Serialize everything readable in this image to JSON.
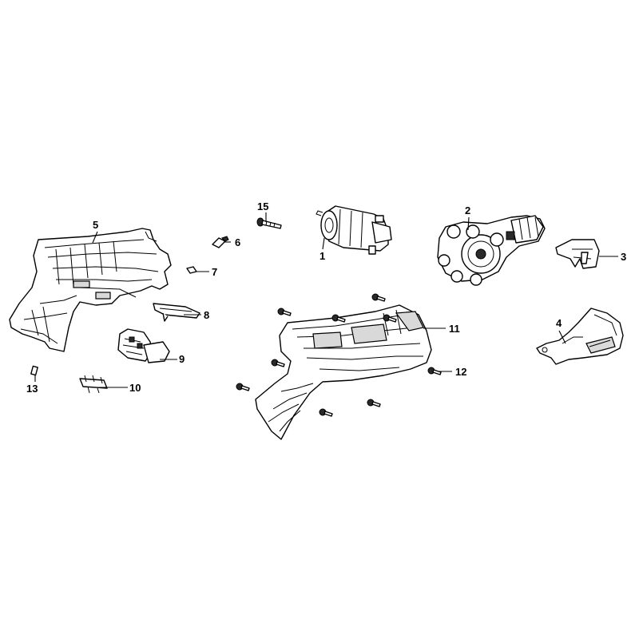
{
  "callouts": {
    "c1": "1",
    "c2": "2",
    "c3": "3",
    "c4": "4",
    "c5": "5",
    "c6": "6",
    "c7": "7",
    "c8": "8",
    "c9": "9",
    "c10": "10",
    "c11": "11",
    "c12": "12",
    "c13": "13",
    "c15": "15"
  }
}
